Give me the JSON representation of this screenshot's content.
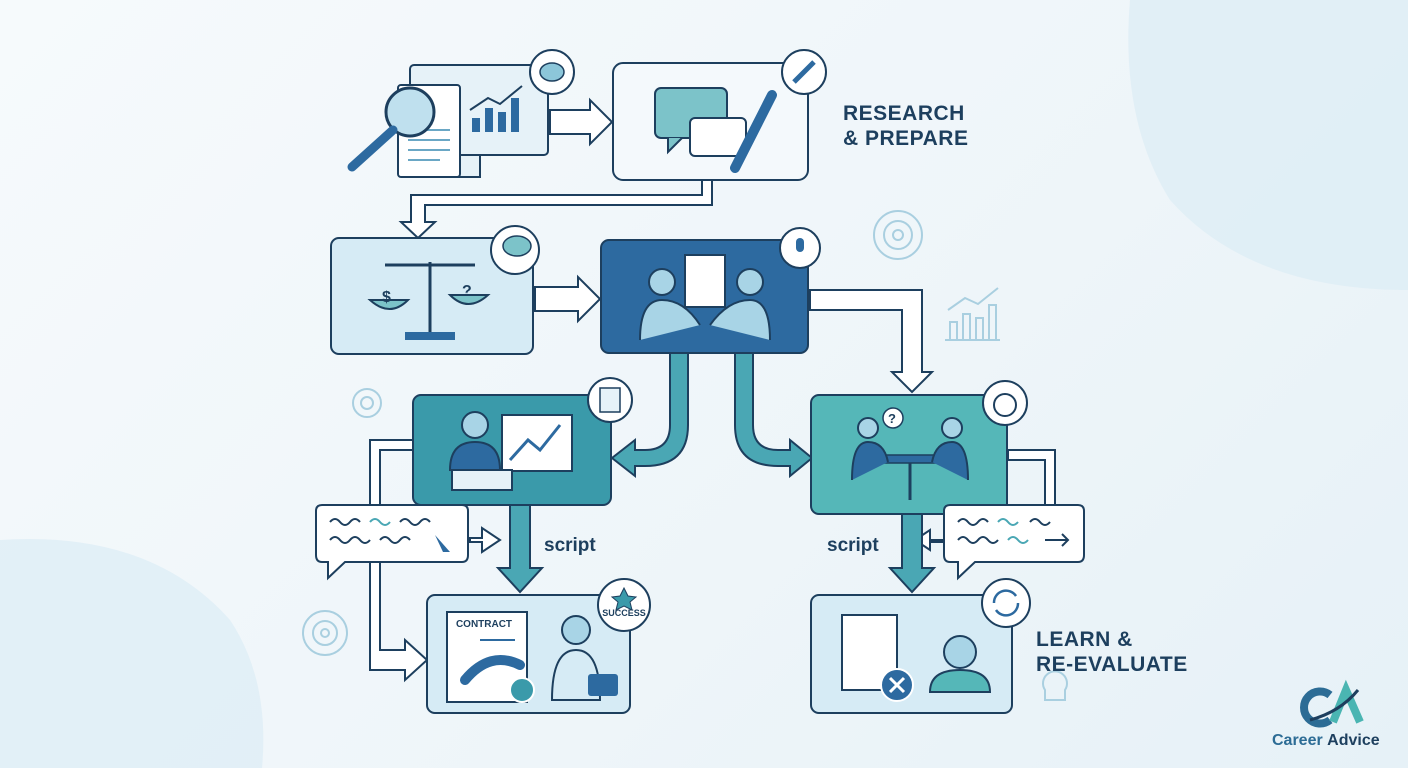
{
  "labels": {
    "research_line1": "RESEARCH",
    "research_line2": "& PREPARE",
    "learn_line1": "LEARN &",
    "learn_line2": "RE-EVALUATE",
    "script_left": "script",
    "script_right": "script",
    "contract": "CONTRACT",
    "success": "SUCCESS"
  },
  "logo": {
    "brand_part1": "Career",
    "brand_part2": "Advice",
    "monogram": "CA"
  },
  "colors": {
    "dark_blue": "#2d6aa0",
    "teal": "#3a9aaa",
    "light_teal": "#55b7b8",
    "light_box": "#d6ebf5",
    "outline": "#1d3f5e"
  }
}
